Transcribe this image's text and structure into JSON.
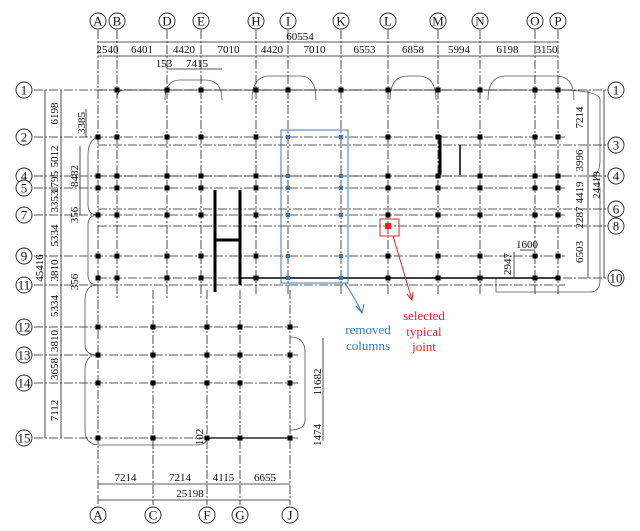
{
  "grid_axes": {
    "top": [
      "A",
      "B",
      "D",
      "E",
      "H",
      "I",
      "K",
      "L",
      "M",
      "N",
      "O",
      "P"
    ],
    "bottom": [
      "A",
      "C",
      "F",
      "G",
      "J"
    ],
    "left": [
      "1",
      "2",
      "4",
      "5",
      "7",
      "9",
      "11",
      "12",
      "13",
      "14",
      "15"
    ],
    "right": [
      "1",
      "3",
      "4",
      "6",
      "8",
      "10"
    ]
  },
  "dimensions": {
    "top_total": "60554",
    "top_segments": [
      "2540",
      "6401",
      "4420",
      "7010",
      "4420",
      "7010",
      "6553",
      "6858",
      "5994",
      "6198",
      "3150"
    ],
    "top_offset": [
      "153",
      "7415"
    ],
    "left_total": "45416",
    "left_segments": [
      "6198",
      "5012",
      "1795",
      "3353",
      "5334",
      "3810",
      "5334",
      "3810",
      "3658",
      "7112"
    ],
    "left_inner": [
      "3385",
      "8482",
      "356",
      "356"
    ],
    "right_total": "24419",
    "right_segments": [
      "7214",
      "3996",
      "4419",
      "2287",
      "6503"
    ],
    "right_inner": [
      "1600",
      "2947"
    ],
    "bottom_total": "25198",
    "bottom_segments": [
      "7214",
      "7214",
      "4115",
      "6655"
    ],
    "lower_right": [
      "11682",
      "1474"
    ],
    "lower_mid": "102"
  },
  "annotations": {
    "removed_columns": [
      "removed",
      "columns"
    ],
    "selected_joint": [
      "selected",
      "typical",
      "joint"
    ],
    "removed_color": "#3a78b5",
    "joint_color": "#e0242c"
  }
}
